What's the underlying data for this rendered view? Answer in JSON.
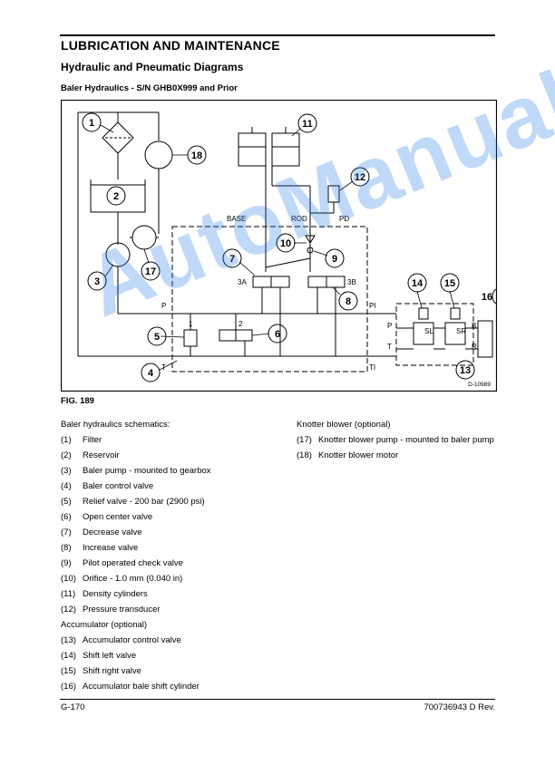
{
  "header": {
    "section": "LUBRICATION AND MAINTENANCE",
    "subsection": "Hydraulic and Pneumatic Diagrams",
    "title": "Baler Hydraulics - S/N GHB0X999 and Prior"
  },
  "diagram": {
    "callouts": [
      "1",
      "2",
      "3",
      "4",
      "5",
      "6",
      "7",
      "8",
      "9",
      "10",
      "11",
      "12",
      "13",
      "14",
      "15",
      "16",
      "17",
      "18"
    ],
    "labels": {
      "base": "BASE",
      "rod": "ROD",
      "pd": "PD",
      "p_left": "P",
      "t_left": "T",
      "pi": "PI",
      "ti": "TI",
      "p_right": "P",
      "t_right": "T",
      "b": "B",
      "r": "R",
      "valve_3a": "3A",
      "valve_3b": "3B",
      "valve_1": "1",
      "valve_2": "2",
      "sl": "SL",
      "sr": "SR",
      "drawing_id": "D-10989"
    }
  },
  "figure_caption": "FIG.  189",
  "left_column": {
    "heading": "Baler hydraulics schematics:",
    "items": [
      {
        "num": "(1)",
        "text": "Filter"
      },
      {
        "num": "(2)",
        "text": "Reservoir"
      },
      {
        "num": "(3)",
        "text": "Baler pump - mounted to gearbox"
      },
      {
        "num": "(4)",
        "text": "Baler control valve"
      },
      {
        "num": "(5)",
        "text": "Relief valve - 200 bar (2900 psi)"
      },
      {
        "num": "(6)",
        "text": "Open center valve"
      },
      {
        "num": "(7)",
        "text": "Decrease valve"
      },
      {
        "num": "(8)",
        "text": "Increase valve"
      },
      {
        "num": "(9)",
        "text": "Pilot operated check valve"
      },
      {
        "num": "(10)",
        "text": "Orifice - 1.0 mm (0.040 in)"
      },
      {
        "num": "(11)",
        "text": "Density cylinders"
      },
      {
        "num": "(12)",
        "text": "Pressure transducer"
      }
    ],
    "subheading": "Accumulator (optional)",
    "items2": [
      {
        "num": "(13)",
        "text": "Accumulator control valve"
      },
      {
        "num": "(14)",
        "text": "Shift left valve"
      },
      {
        "num": "(15)",
        "text": "Shift right valve"
      },
      {
        "num": "(16)",
        "text": "Accumulator bale shift cylinder"
      }
    ]
  },
  "right_column": {
    "heading": "Knotter blower (optional)",
    "items": [
      {
        "num": "(17)",
        "text": "Knotter blower pump - mounted to baler pump"
      },
      {
        "num": "(18)",
        "text": "Knotter blower motor"
      }
    ]
  },
  "footer": {
    "page": "G-170",
    "doc": "700736943 D Rev."
  },
  "watermark": "AutoManual",
  "colors": {
    "watermark": "#1e78e6"
  }
}
